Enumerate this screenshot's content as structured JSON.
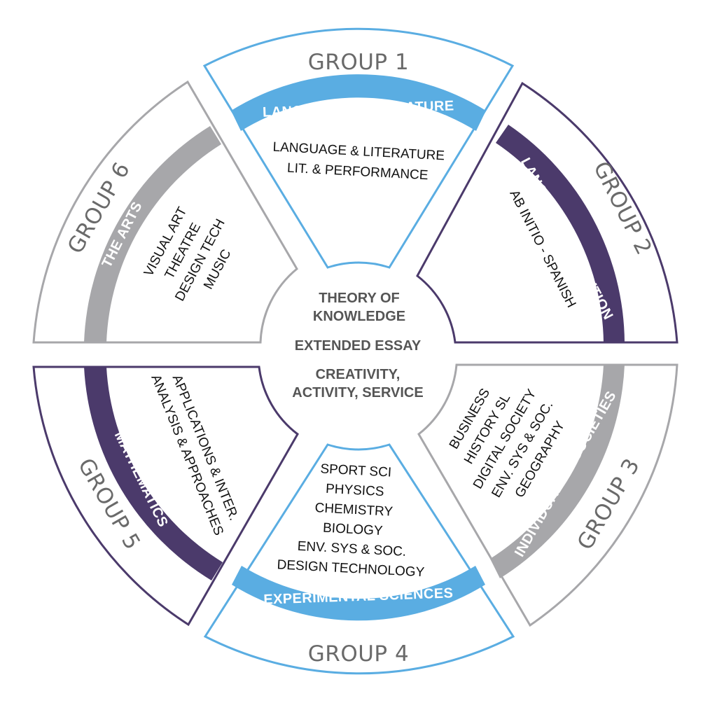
{
  "groups": [
    {
      "title": "GROUP 1",
      "band": "LANGUAGE & LITERATURE",
      "subjects": [
        "LANGUAGE & LITERATURE",
        "LIT. & PERFORMANCE"
      ],
      "color": "#5aade2",
      "band_color": "#5aade2"
    },
    {
      "title": "GROUP 2",
      "band": "LANGUAGE ACQUISITION",
      "subjects": [
        "AB INITIO - SPANISH"
      ],
      "color": "#4b3a6b",
      "band_color": "#4b3a6b"
    },
    {
      "title": "GROUP 3",
      "band": "INDIVIDUALS & SOCIETIES",
      "subjects": [
        "BUSINESS",
        "HISTORY SL",
        "DIGITAL SOCIETY",
        "ENV. SYS & SOC.",
        "GEOGRAPHY"
      ],
      "color": "#a7a7aa",
      "band_color": "#a7a7aa"
    },
    {
      "title": "GROUP 4",
      "band": "EXPERIMENTAL SCIENCES",
      "subjects": [
        "SPORT SCI",
        "PHYSICS",
        "CHEMISTRY",
        "BIOLOGY",
        "ENV. SYS & SOC.",
        "DESIGN TECHNOLOGY"
      ],
      "color": "#5aade2",
      "band_color": "#5aade2"
    },
    {
      "title": "GROUP 5",
      "band": "MATHEMATICS",
      "subjects": [
        "ANALYSIS & APPROACHES",
        "APPLICATIONS & INTER."
      ],
      "color": "#4b3a6b",
      "band_color": "#4b3a6b"
    },
    {
      "title": "GROUP 6",
      "band": "THE ARTS",
      "subjects": [
        "VISUAL ART",
        "THEATRE",
        "DESIGN TECH",
        "MUSIC"
      ],
      "color": "#a7a7aa",
      "band_color": "#a7a7aa"
    }
  ],
  "core": {
    "tok_line1": "THEORY OF",
    "tok_line2": "KNOWLEDGE",
    "ee": "EXTENDED ESSAY",
    "cas_line1": "CREATIVITY,",
    "cas_line2": "ACTIVITY, SERVICE"
  }
}
